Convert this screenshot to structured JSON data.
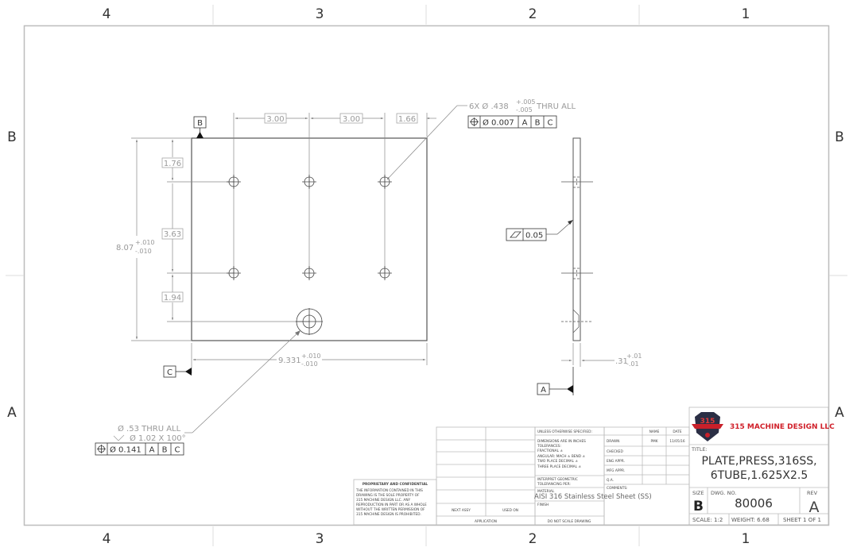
{
  "sheet": {
    "zones_top": [
      "4",
      "3",
      "2",
      "1"
    ],
    "zones_bottom": [
      "4",
      "3",
      "2",
      "1"
    ],
    "zones_left": [
      "B",
      "A"
    ],
    "zones_right": [
      "B",
      "A"
    ]
  },
  "front_view": {
    "datum_b": "B",
    "datum_c": "C",
    "dim_hole_spacing_1": "3.00",
    "dim_hole_spacing_2": "3.00",
    "dim_right_edge": "1.66",
    "dim_top_row": "1.76",
    "dim_row_spacing": "3.63",
    "dim_bottom_hole": "1.94",
    "dim_height": "8.07",
    "dim_height_tol_plus": "+.010",
    "dim_height_tol_minus": "-.010",
    "dim_width": "9.331",
    "dim_width_tol_plus": "+.010",
    "dim_width_tol_minus": "-.010",
    "hole_callout": {
      "prefix": "6X Ø .438",
      "tol_plus": "+.005",
      "tol_minus": "-.005",
      "suffix": "THRU ALL",
      "fcf": {
        "symbol": "position-icon",
        "tolerance": "Ø 0.007",
        "datums": [
          "A",
          "B",
          "C"
        ]
      }
    },
    "csk_callout": {
      "line1": "Ø .53 THRU ALL",
      "line2": "Ø 1.02 X 100°",
      "fcf": {
        "symbol": "position-icon",
        "tolerance": "Ø 0.141",
        "datums": [
          "A",
          "B",
          "C"
        ]
      }
    }
  },
  "side_view": {
    "flatness_tol": "0.05",
    "thickness": ".31",
    "thickness_tol_plus": "+.01",
    "thickness_tol_minus": "-.01",
    "datum_a": "A"
  },
  "title_block": {
    "proprietary_title": "PROPRIETARY AND CONFIDENTIAL",
    "proprietary_lines": [
      "THE INFORMATION CONTAINED IN THIS",
      "DRAWING IS THE SOLE PROPERTY OF",
      "315 MACHINE DESIGN LLC. ANY",
      "REPRODUCTION IN PART OR AS A WHOLE",
      "WITHOUT THE WRITTEN PERMISSION OF",
      "315 MACHINE DESIGN IS PROHIBITED."
    ],
    "next_assy": "NEXT ASSY",
    "used_on": "USED ON",
    "application": "APPLICATION",
    "do_not_scale": "DO NOT SCALE DRAWING",
    "unless_specified": "UNLESS OTHERWISE SPECIFIED:",
    "tolerance_lines": [
      "DIMENSIONS ARE IN INCHES",
      "TOLERANCES:",
      "FRACTIONAL ±",
      "ANGULAR: MACH ±    BEND ±",
      "TWO PLACE DECIMAL    ±",
      "THREE PLACE DECIMAL  ±"
    ],
    "interpret_lines": [
      "INTERPRET GEOMETRIC",
      "TOLERANCING PER:"
    ],
    "material_label": "MATERIAL",
    "material_value": "AISI 316 Stainless Steel Sheet (SS)",
    "finish_label": "FINISH",
    "name_header": "NAME",
    "date_header": "DATE",
    "rows": [
      {
        "label": "DRAWN",
        "name": "PMK",
        "date": "11/05/16"
      },
      {
        "label": "CHECKED",
        "name": "",
        "date": ""
      },
      {
        "label": "ENG APPR.",
        "name": "",
        "date": ""
      },
      {
        "label": "MFG APPR.",
        "name": "",
        "date": ""
      },
      {
        "label": "Q.A.",
        "name": "",
        "date": ""
      }
    ],
    "comments_label": "COMMENTS:",
    "company": "315 MACHINE DESIGN LLC",
    "logo_text": "315",
    "title_label": "TITLE:",
    "title_line1": "PLATE,PRESS,316SS,",
    "title_line2": "6TUBE,1.625X2.5",
    "size_label": "SIZE",
    "size_value": "B",
    "dwg_no_label": "DWG.  NO.",
    "dwg_no_value": "80006",
    "rev_label": "REV",
    "rev_value": "A",
    "scale": "SCALE: 1:2",
    "weight": "WEIGHT: 6.68",
    "sheet": "SHEET 1 OF 1"
  },
  "colors": {
    "frame": "#bdbdbd",
    "line": "#333333",
    "dim": "#9a9a9a",
    "brand_red": "#d0202a"
  }
}
